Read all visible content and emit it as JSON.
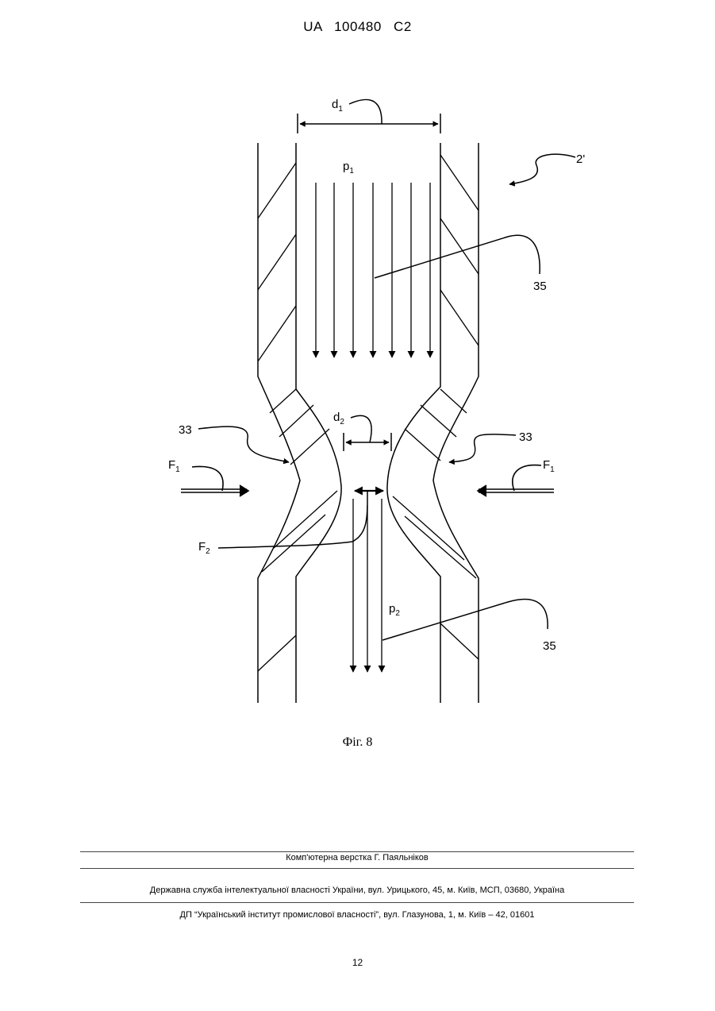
{
  "header": {
    "patent_number": "UA   100480   C2"
  },
  "figure": {
    "labels": {
      "d1": "d",
      "d1_sub": "1",
      "p1": "p",
      "p1_sub": "1",
      "ref_2": "2'",
      "ref_35_top": "35",
      "ref_33_left": "33",
      "ref_33_right": "33",
      "d2": "d",
      "d2_sub": "2",
      "F1_left": "F",
      "F1_left_sub": "1",
      "F1_right": "F",
      "F1_right_sub": "1",
      "F2": "F",
      "F2_sub": "2",
      "p2": "p",
      "p2_sub": "2",
      "ref_35_bottom": "35"
    },
    "caption": "Фіг. 8"
  },
  "footer": {
    "layout_credit": "Комп'ютерна верстка Г. Паяльніков",
    "agency": "Державна служба інтелектуальної власності України, вул. Урицького, 45, м. Київ, МСП, 03680, Україна",
    "institute": "ДП “Український інститут промислової власності”, вул. Глазунова, 1, м. Київ – 42, 01601",
    "page_number": "12"
  }
}
